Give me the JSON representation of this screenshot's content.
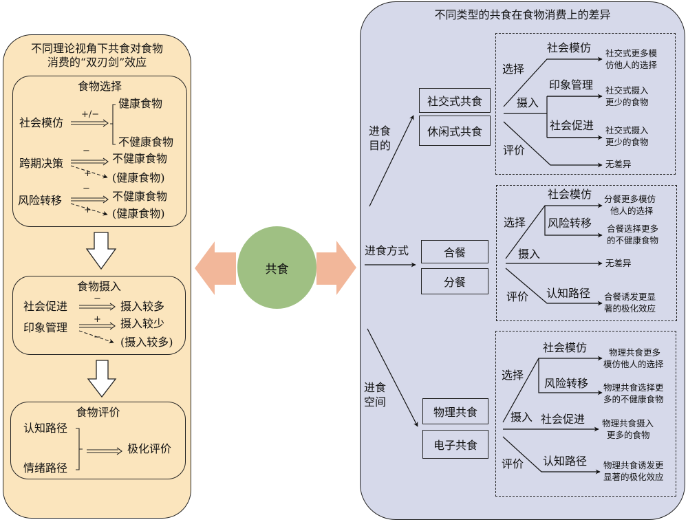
{
  "colors": {
    "left_panel": "#fbe5bd",
    "right_panel": "#d6d9ea",
    "center_circle": "#9fc083",
    "side_arrows": "#f2b79a"
  },
  "center": {
    "label": "共食"
  },
  "left": {
    "title_line1": "不同理论视角下共食对食物",
    "title_line2": "消费的“双刃剑”效应",
    "choice": {
      "title": "食物选择",
      "social_modeling": {
        "label": "社会模仿",
        "sign": "+/−",
        "outcomes": [
          "健康食物",
          "不健康食物"
        ]
      },
      "intertemporal": {
        "label": "跨期决策",
        "sign_solid": "−",
        "outcome_solid": "不健康食物",
        "sign_dashed": "+",
        "outcome_dashed": "(健康食物)"
      },
      "risk_transfer": {
        "label": "风险转移",
        "sign_solid": "−",
        "outcome_solid": "不健康食物",
        "sign_dashed": "+",
        "outcome_dashed": "(健康食物)"
      }
    },
    "intake": {
      "title": "食物摄入",
      "social_facilitation": {
        "label": "社会促进",
        "sign": "−",
        "outcome": "摄入较多"
      },
      "impression": {
        "label": "印象管理",
        "sign_solid": "+",
        "outcome_solid": "摄入较少",
        "sign_dashed": "−",
        "outcome_dashed": "(摄入较多)"
      }
    },
    "evaluation": {
      "title": "食物评价",
      "paths": [
        "认知路径",
        "情绪路径"
      ],
      "outcome": "极化评价"
    }
  },
  "right": {
    "title": "不同类型的共食在食物消费上的差异",
    "purpose": {
      "label_line1": "进食",
      "label_line2": "目的",
      "types": [
        "社交式共食",
        "休闲式共食"
      ],
      "choice": "选择",
      "intake": "摄入",
      "evaluation": "评价",
      "mech_social_modeling": "社会模仿",
      "mech_impression": "印象管理",
      "mech_social_facilitation": "社会促进",
      "out1": [
        "社交式更多模",
        "仿他人的选择"
      ],
      "out2": [
        "社交式摄入",
        "更少的食物"
      ],
      "out3": [
        "社交式摄入",
        "更少的食物"
      ],
      "out4": "无差异"
    },
    "mode": {
      "label": "进食方式",
      "types": [
        "合餐",
        "分餐"
      ],
      "choice": "选择",
      "intake": "摄入",
      "evaluation": "评价",
      "mech_social_modeling": "社会模仿",
      "mech_risk": "风险转移",
      "mech_cognitive": "认知路径",
      "out1": [
        "分餐更多模仿",
        "他人的选择"
      ],
      "out2": [
        "合餐选择更多",
        "的不健康食物"
      ],
      "out3": "无差异",
      "out4": [
        "合餐诱发更显",
        "著的极化效应"
      ]
    },
    "space": {
      "label_line1": "进食",
      "label_line2": "空间",
      "types": [
        "物理共食",
        "电子共食"
      ],
      "choice": "选择",
      "intake": "摄入",
      "evaluation": "评价",
      "mech_social_modeling": "社会模仿",
      "mech_risk": "风险转移",
      "mech_social_facilitation": "社会促进",
      "mech_cognitive": "认知路径",
      "out1": [
        "物理共食更多",
        "模仿他人的选择"
      ],
      "out2": [
        "物理共食选择更",
        "多的不健康食物"
      ],
      "out3": [
        "物理共食摄入",
        "更多的食物"
      ],
      "out4": [
        "物理共食诱发更",
        "显著的极化效应"
      ]
    }
  }
}
